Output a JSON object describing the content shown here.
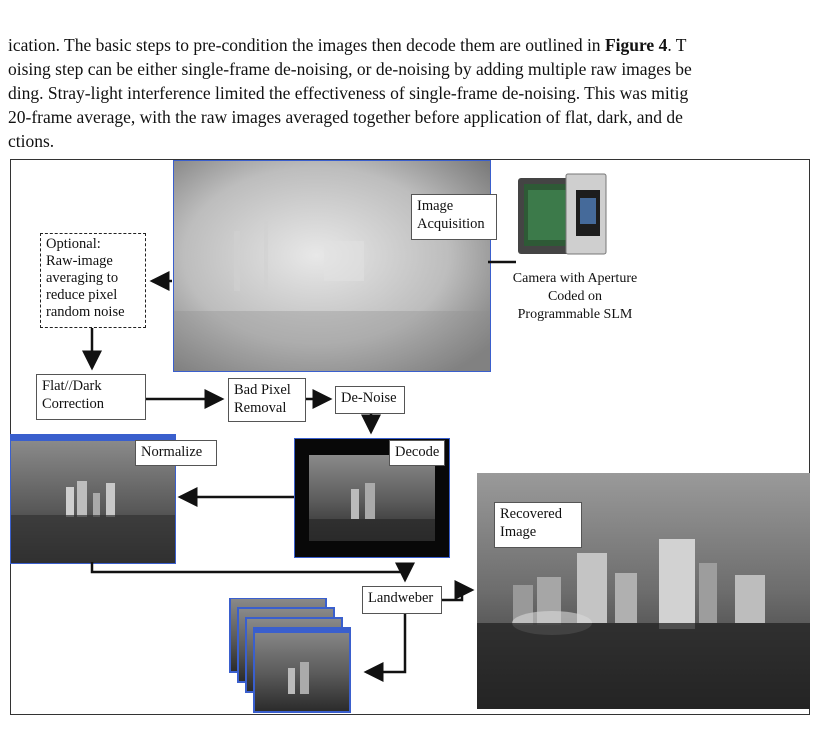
{
  "paragraph": {
    "line1_pre": "ication. The basic steps to pre-condition the images then decode them are outlined in ",
    "line1_bold": "Figure 4",
    "line1_post": ". T",
    "line2": "oising step can be either single-frame de-noising, or de-noising by adding multiple raw images be",
    "line3": "ding. Stray-light interference limited the effectiveness of single-frame de-noising. This was mitig",
    "line4": "20-frame average, with the raw images averaged together before application of flat, dark, and de",
    "line5": "ctions."
  },
  "diagram": {
    "image_acquisition": [
      "Image",
      "Acquisition"
    ],
    "optional": [
      "Optional:",
      "Raw-image",
      "averaging to",
      "reduce pixel",
      "random noise"
    ],
    "camera_caption": [
      "Camera with Aperture",
      "Coded  on",
      "Programmable SLM"
    ],
    "flat_dark": [
      "Flat//Dark",
      "Correction"
    ],
    "bad_pixel": [
      "Bad Pixel",
      "Removal"
    ],
    "denoise": "De-Noise",
    "decode": "Decode",
    "normalize": "Normalize",
    "landweber": "Landweber",
    "recovered": [
      "Recovered",
      "Image"
    ]
  },
  "colors": {
    "accent_blue": "#3a5fcd",
    "frame": "#333333"
  }
}
